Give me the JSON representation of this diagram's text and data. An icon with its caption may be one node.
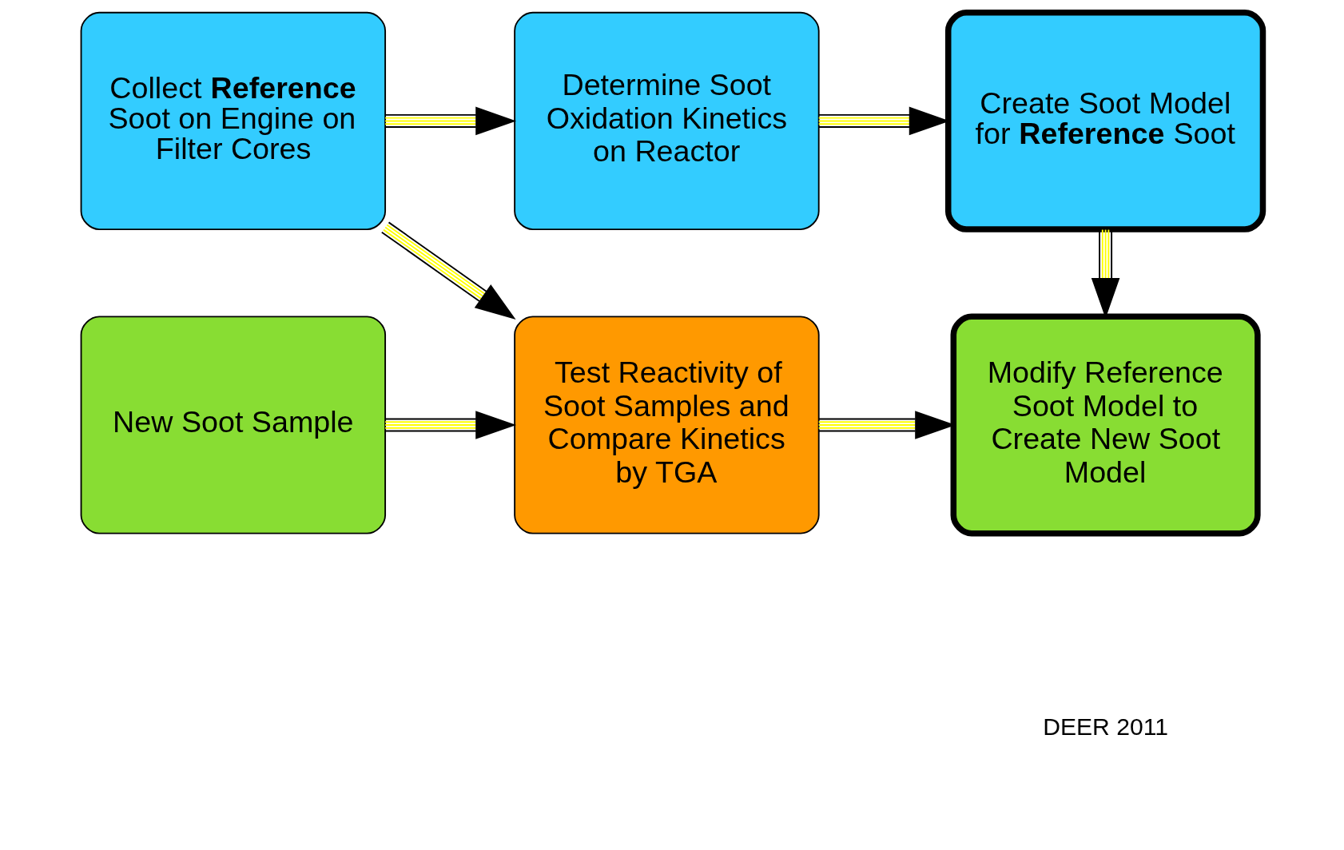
{
  "diagram": {
    "nodes": [
      {
        "text": [
          "Collect **Reference** Soot on Engine on Filter Cores"
        ]
      },
      {
        "text": [
          "Determine Soot Oxidation Kinetics on Reactor"
        ]
      },
      {
        "text": [
          "Create Soot Model for **Reference** Soot"
        ]
      },
      {
        "text": [
          "Test Reactivity of Soot Samples and Compare Kinetics by TGA"
        ]
      },
      {
        "text": [
          "Modify Reference Soot Model to Create New Soot Model"
        ]
      },
      {
        "text": [
          "New Soot Sample"
        ]
      }
    ],
    "edges": [
      {
        "from": 0,
        "to": 1,
        "arrow": "to"
      },
      {
        "from": 1,
        "to": 2,
        "arrow": "to"
      },
      {
        "from": 0,
        "to": 3,
        "arrow": "to"
      },
      {
        "from": 2,
        "to": 4,
        "arrow": "to"
      },
      {
        "from": 3,
        "to": 4,
        "arrow": "to"
      },
      {
        "from": 5,
        "to": 3,
        "arrow": "to"
      }
    ],
    "labels": [
      "DEER 2011"
    ]
  }
}
